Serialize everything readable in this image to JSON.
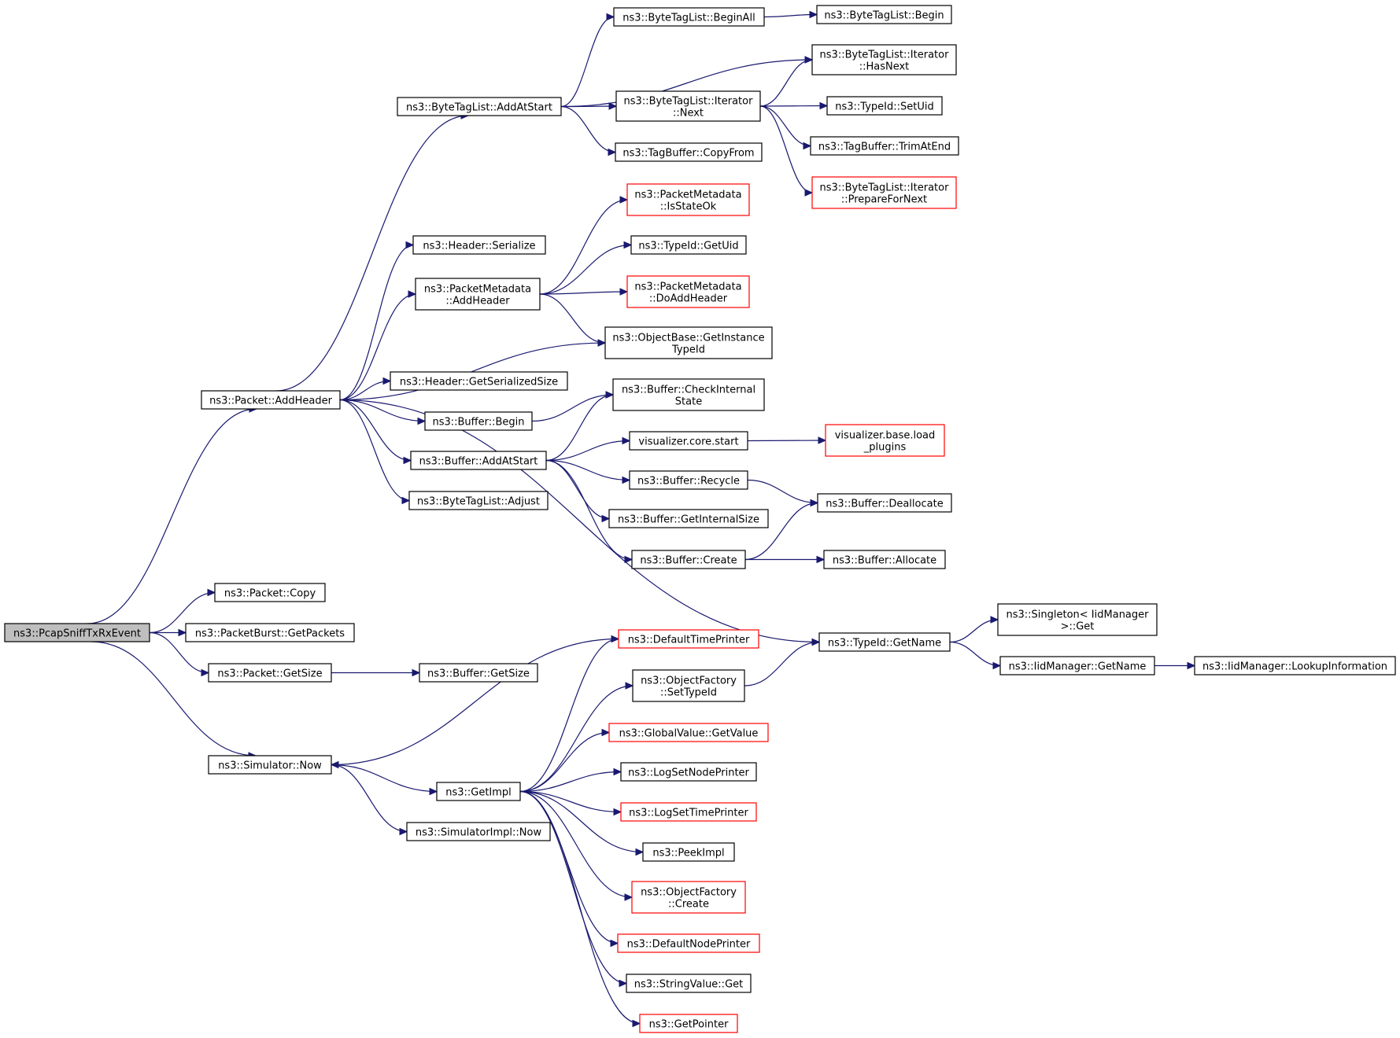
{
  "diagram": {
    "colors": {
      "edge": "#191970",
      "node_border": "#000000",
      "node_border_truncated": "#ff0000",
      "root_fill": "#bfbfbf"
    },
    "nodes": [
      {
        "id": "pcapsniff",
        "lines": [
          "ns3::PcapSniffTxRxEvent"
        ],
        "style": "root"
      },
      {
        "id": "pkt_addheader",
        "lines": [
          "ns3::Packet::AddHeader"
        ]
      },
      {
        "id": "pkt_copy",
        "lines": [
          "ns3::Packet::Copy"
        ]
      },
      {
        "id": "pburst_getpackets",
        "lines": [
          "ns3::PacketBurst::GetPackets"
        ]
      },
      {
        "id": "pkt_getsize",
        "lines": [
          "ns3::Packet::GetSize"
        ]
      },
      {
        "id": "sim_now",
        "lines": [
          "ns3::Simulator::Now"
        ]
      },
      {
        "id": "btl_addatstart",
        "lines": [
          "ns3::ByteTagList::AddAtStart"
        ]
      },
      {
        "id": "btl_beginall",
        "lines": [
          "ns3::ByteTagList::BeginAll"
        ]
      },
      {
        "id": "btl_begin",
        "lines": [
          "ns3::ByteTagList::Begin"
        ]
      },
      {
        "id": "btli_hasnext",
        "lines": [
          "ns3::ByteTagList::Iterator",
          "::HasNext"
        ]
      },
      {
        "id": "btli_next",
        "lines": [
          "ns3::ByteTagList::Iterator",
          "::Next"
        ]
      },
      {
        "id": "typeid_setuid",
        "lines": [
          "ns3::TypeId::SetUid"
        ]
      },
      {
        "id": "tagbuf_trimatend",
        "lines": [
          "ns3::TagBuffer::TrimAtEnd"
        ]
      },
      {
        "id": "btli_prepare",
        "lines": [
          "ns3::ByteTagList::Iterator",
          "::PrepareForNext"
        ],
        "style": "red"
      },
      {
        "id": "tagbuf_copyfrom",
        "lines": [
          "ns3::TagBuffer::CopyFrom"
        ]
      },
      {
        "id": "hdr_serialize",
        "lines": [
          "ns3::Header::Serialize"
        ]
      },
      {
        "id": "pm_addheader",
        "lines": [
          "ns3::PacketMetadata",
          "::AddHeader"
        ]
      },
      {
        "id": "pm_isstateok",
        "lines": [
          "ns3::PacketMetadata",
          "::IsStateOk"
        ],
        "style": "red"
      },
      {
        "id": "typeid_getuid",
        "lines": [
          "ns3::TypeId::GetUid"
        ]
      },
      {
        "id": "pm_doaddheader",
        "lines": [
          "ns3::PacketMetadata",
          "::DoAddHeader"
        ],
        "style": "red"
      },
      {
        "id": "objbase_getinst",
        "lines": [
          "ns3::ObjectBase::GetInstance",
          "TypeId"
        ]
      },
      {
        "id": "hdr_getsersize",
        "lines": [
          "ns3::Header::GetSerializedSize"
        ]
      },
      {
        "id": "buf_begin",
        "lines": [
          "ns3::Buffer::Begin"
        ]
      },
      {
        "id": "buf_checkint",
        "lines": [
          "ns3::Buffer::CheckInternal",
          "State"
        ]
      },
      {
        "id": "buf_addatstart",
        "lines": [
          "ns3::Buffer::AddAtStart"
        ]
      },
      {
        "id": "vis_core_start",
        "lines": [
          "visualizer.core.start"
        ]
      },
      {
        "id": "vis_base_load",
        "lines": [
          "visualizer.base.load",
          "_plugins"
        ],
        "style": "red"
      },
      {
        "id": "buf_recycle",
        "lines": [
          "ns3::Buffer::Recycle"
        ]
      },
      {
        "id": "buf_dealloc",
        "lines": [
          "ns3::Buffer::Deallocate"
        ]
      },
      {
        "id": "btl_adjust",
        "lines": [
          "ns3::ByteTagList::Adjust"
        ]
      },
      {
        "id": "buf_getintsize",
        "lines": [
          "ns3::Buffer::GetInternalSize"
        ]
      },
      {
        "id": "buf_create",
        "lines": [
          "ns3::Buffer::Create"
        ]
      },
      {
        "id": "buf_allocate",
        "lines": [
          "ns3::Buffer::Allocate"
        ]
      },
      {
        "id": "typeid_getname",
        "lines": [
          "ns3::TypeId::GetName"
        ]
      },
      {
        "id": "singleton_get",
        "lines": [
          "ns3::Singleton< IidManager",
          ">::Get"
        ]
      },
      {
        "id": "iid_getname",
        "lines": [
          "ns3::IidManager::GetName"
        ]
      },
      {
        "id": "iid_lookup",
        "lines": [
          "ns3::IidManager::LookupInformation"
        ]
      },
      {
        "id": "buf_getsize",
        "lines": [
          "ns3::Buffer::GetSize"
        ]
      },
      {
        "id": "default_time_printer",
        "lines": [
          "ns3::DefaultTimePrinter"
        ],
        "style": "red"
      },
      {
        "id": "objfac_settypeid",
        "lines": [
          "ns3::ObjectFactory",
          "::SetTypeId"
        ]
      },
      {
        "id": "gv_getvalue",
        "lines": [
          "ns3::GlobalValue::GetValue"
        ],
        "style": "red"
      },
      {
        "id": "log_setnodeprinter",
        "lines": [
          "ns3::LogSetNodePrinter"
        ]
      },
      {
        "id": "log_settimeprinter",
        "lines": [
          "ns3::LogSetTimePrinter"
        ],
        "style": "red"
      },
      {
        "id": "getimpl",
        "lines": [
          "ns3::GetImpl"
        ]
      },
      {
        "id": "simimpl_now",
        "lines": [
          "ns3::SimulatorImpl::Now"
        ]
      },
      {
        "id": "peekimpl",
        "lines": [
          "ns3::PeekImpl"
        ]
      },
      {
        "id": "objfac_create",
        "lines": [
          "ns3::ObjectFactory",
          "::Create"
        ],
        "style": "red"
      },
      {
        "id": "default_node_printer",
        "lines": [
          "ns3::DefaultNodePrinter"
        ],
        "style": "red"
      },
      {
        "id": "strval_get",
        "lines": [
          "ns3::StringValue::Get"
        ]
      },
      {
        "id": "getpointer",
        "lines": [
          "ns3::GetPointer"
        ],
        "style": "red"
      }
    ],
    "edges": [
      [
        "pcapsniff",
        "pkt_addheader"
      ],
      [
        "pcapsniff",
        "pkt_copy"
      ],
      [
        "pcapsniff",
        "pburst_getpackets"
      ],
      [
        "pcapsniff",
        "pkt_getsize"
      ],
      [
        "pcapsniff",
        "sim_now"
      ],
      [
        "pkt_addheader",
        "btl_addatstart"
      ],
      [
        "pkt_addheader",
        "hdr_serialize"
      ],
      [
        "pkt_addheader",
        "pm_addheader"
      ],
      [
        "pkt_addheader",
        "objbase_getinst"
      ],
      [
        "pkt_addheader",
        "hdr_getsersize"
      ],
      [
        "pkt_addheader",
        "buf_begin"
      ],
      [
        "pkt_addheader",
        "buf_addatstart"
      ],
      [
        "pkt_addheader",
        "btl_adjust"
      ],
      [
        "pkt_addheader",
        "typeid_getname"
      ],
      [
        "btl_addatstart",
        "btl_beginall"
      ],
      [
        "btl_addatstart",
        "btli_hasnext"
      ],
      [
        "btl_addatstart",
        "btli_next"
      ],
      [
        "btl_addatstart",
        "tagbuf_copyfrom"
      ],
      [
        "btl_beginall",
        "btl_begin"
      ],
      [
        "btli_next",
        "btli_hasnext"
      ],
      [
        "btli_next",
        "typeid_setuid"
      ],
      [
        "btli_next",
        "tagbuf_trimatend"
      ],
      [
        "btli_next",
        "btli_prepare"
      ],
      [
        "pm_addheader",
        "pm_isstateok"
      ],
      [
        "pm_addheader",
        "typeid_getuid"
      ],
      [
        "pm_addheader",
        "pm_doaddheader"
      ],
      [
        "pm_addheader",
        "objbase_getinst"
      ],
      [
        "buf_begin",
        "buf_checkint"
      ],
      [
        "buf_addatstart",
        "buf_checkint"
      ],
      [
        "buf_addatstart",
        "vis_core_start"
      ],
      [
        "buf_addatstart",
        "buf_recycle"
      ],
      [
        "buf_addatstart",
        "buf_getintsize"
      ],
      [
        "buf_addatstart",
        "buf_create"
      ],
      [
        "vis_core_start",
        "vis_base_load"
      ],
      [
        "buf_recycle",
        "buf_dealloc"
      ],
      [
        "buf_create",
        "buf_dealloc"
      ],
      [
        "buf_create",
        "buf_allocate"
      ],
      [
        "typeid_getname",
        "singleton_get"
      ],
      [
        "typeid_getname",
        "iid_getname"
      ],
      [
        "iid_getname",
        "iid_lookup"
      ],
      [
        "pkt_getsize",
        "buf_getsize"
      ],
      [
        "sim_now",
        "getimpl"
      ],
      [
        "sim_now",
        "simimpl_now"
      ],
      [
        "getimpl",
        "default_time_printer"
      ],
      [
        "getimpl",
        "objfac_settypeid"
      ],
      [
        "getimpl",
        "gv_getvalue"
      ],
      [
        "getimpl",
        "log_setnodeprinter"
      ],
      [
        "getimpl",
        "log_settimeprinter"
      ],
      [
        "getimpl",
        "peekimpl"
      ],
      [
        "getimpl",
        "objfac_create"
      ],
      [
        "getimpl",
        "default_node_printer"
      ],
      [
        "getimpl",
        "strval_get"
      ],
      [
        "getimpl",
        "getpointer"
      ],
      [
        "objfac_settypeid",
        "typeid_getname"
      ],
      [
        "default_time_printer",
        "sim_now"
      ]
    ]
  }
}
